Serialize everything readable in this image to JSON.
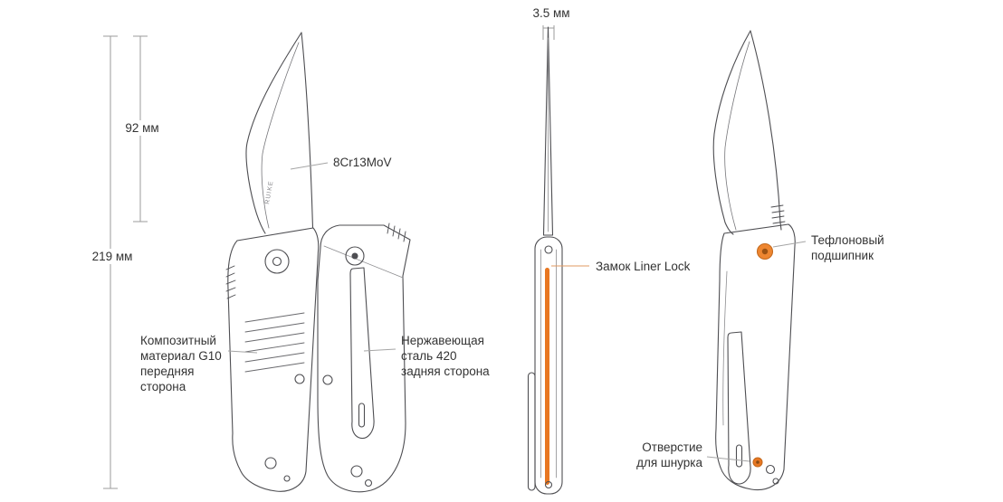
{
  "colors": {
    "background": "#ffffff",
    "line_art": "#4e4e52",
    "dimension_lines": "#9b9b9b",
    "leader_lines": "#a5a5a5",
    "accent_orange": "#e87722",
    "text": "#333333"
  },
  "dimensions": {
    "blade_length": "92 мм",
    "total_length": "219 мм",
    "blade_thickness": "3.5 мм"
  },
  "annotations": {
    "blade_steel": "8Cr13MoV",
    "front_handle_material": [
      "Композитный",
      "материал G10",
      "передняя",
      "сторона"
    ],
    "back_handle_material": [
      "Нержавеющая",
      "сталь 420",
      "задняя сторона"
    ],
    "lock_type": "Замок Liner Lock",
    "pivot_bearing": [
      "Тефлоновый",
      "подшипник"
    ],
    "lanyard_hole": [
      "Отверстие",
      "для шнурка"
    ],
    "brand": "RUIKE"
  }
}
